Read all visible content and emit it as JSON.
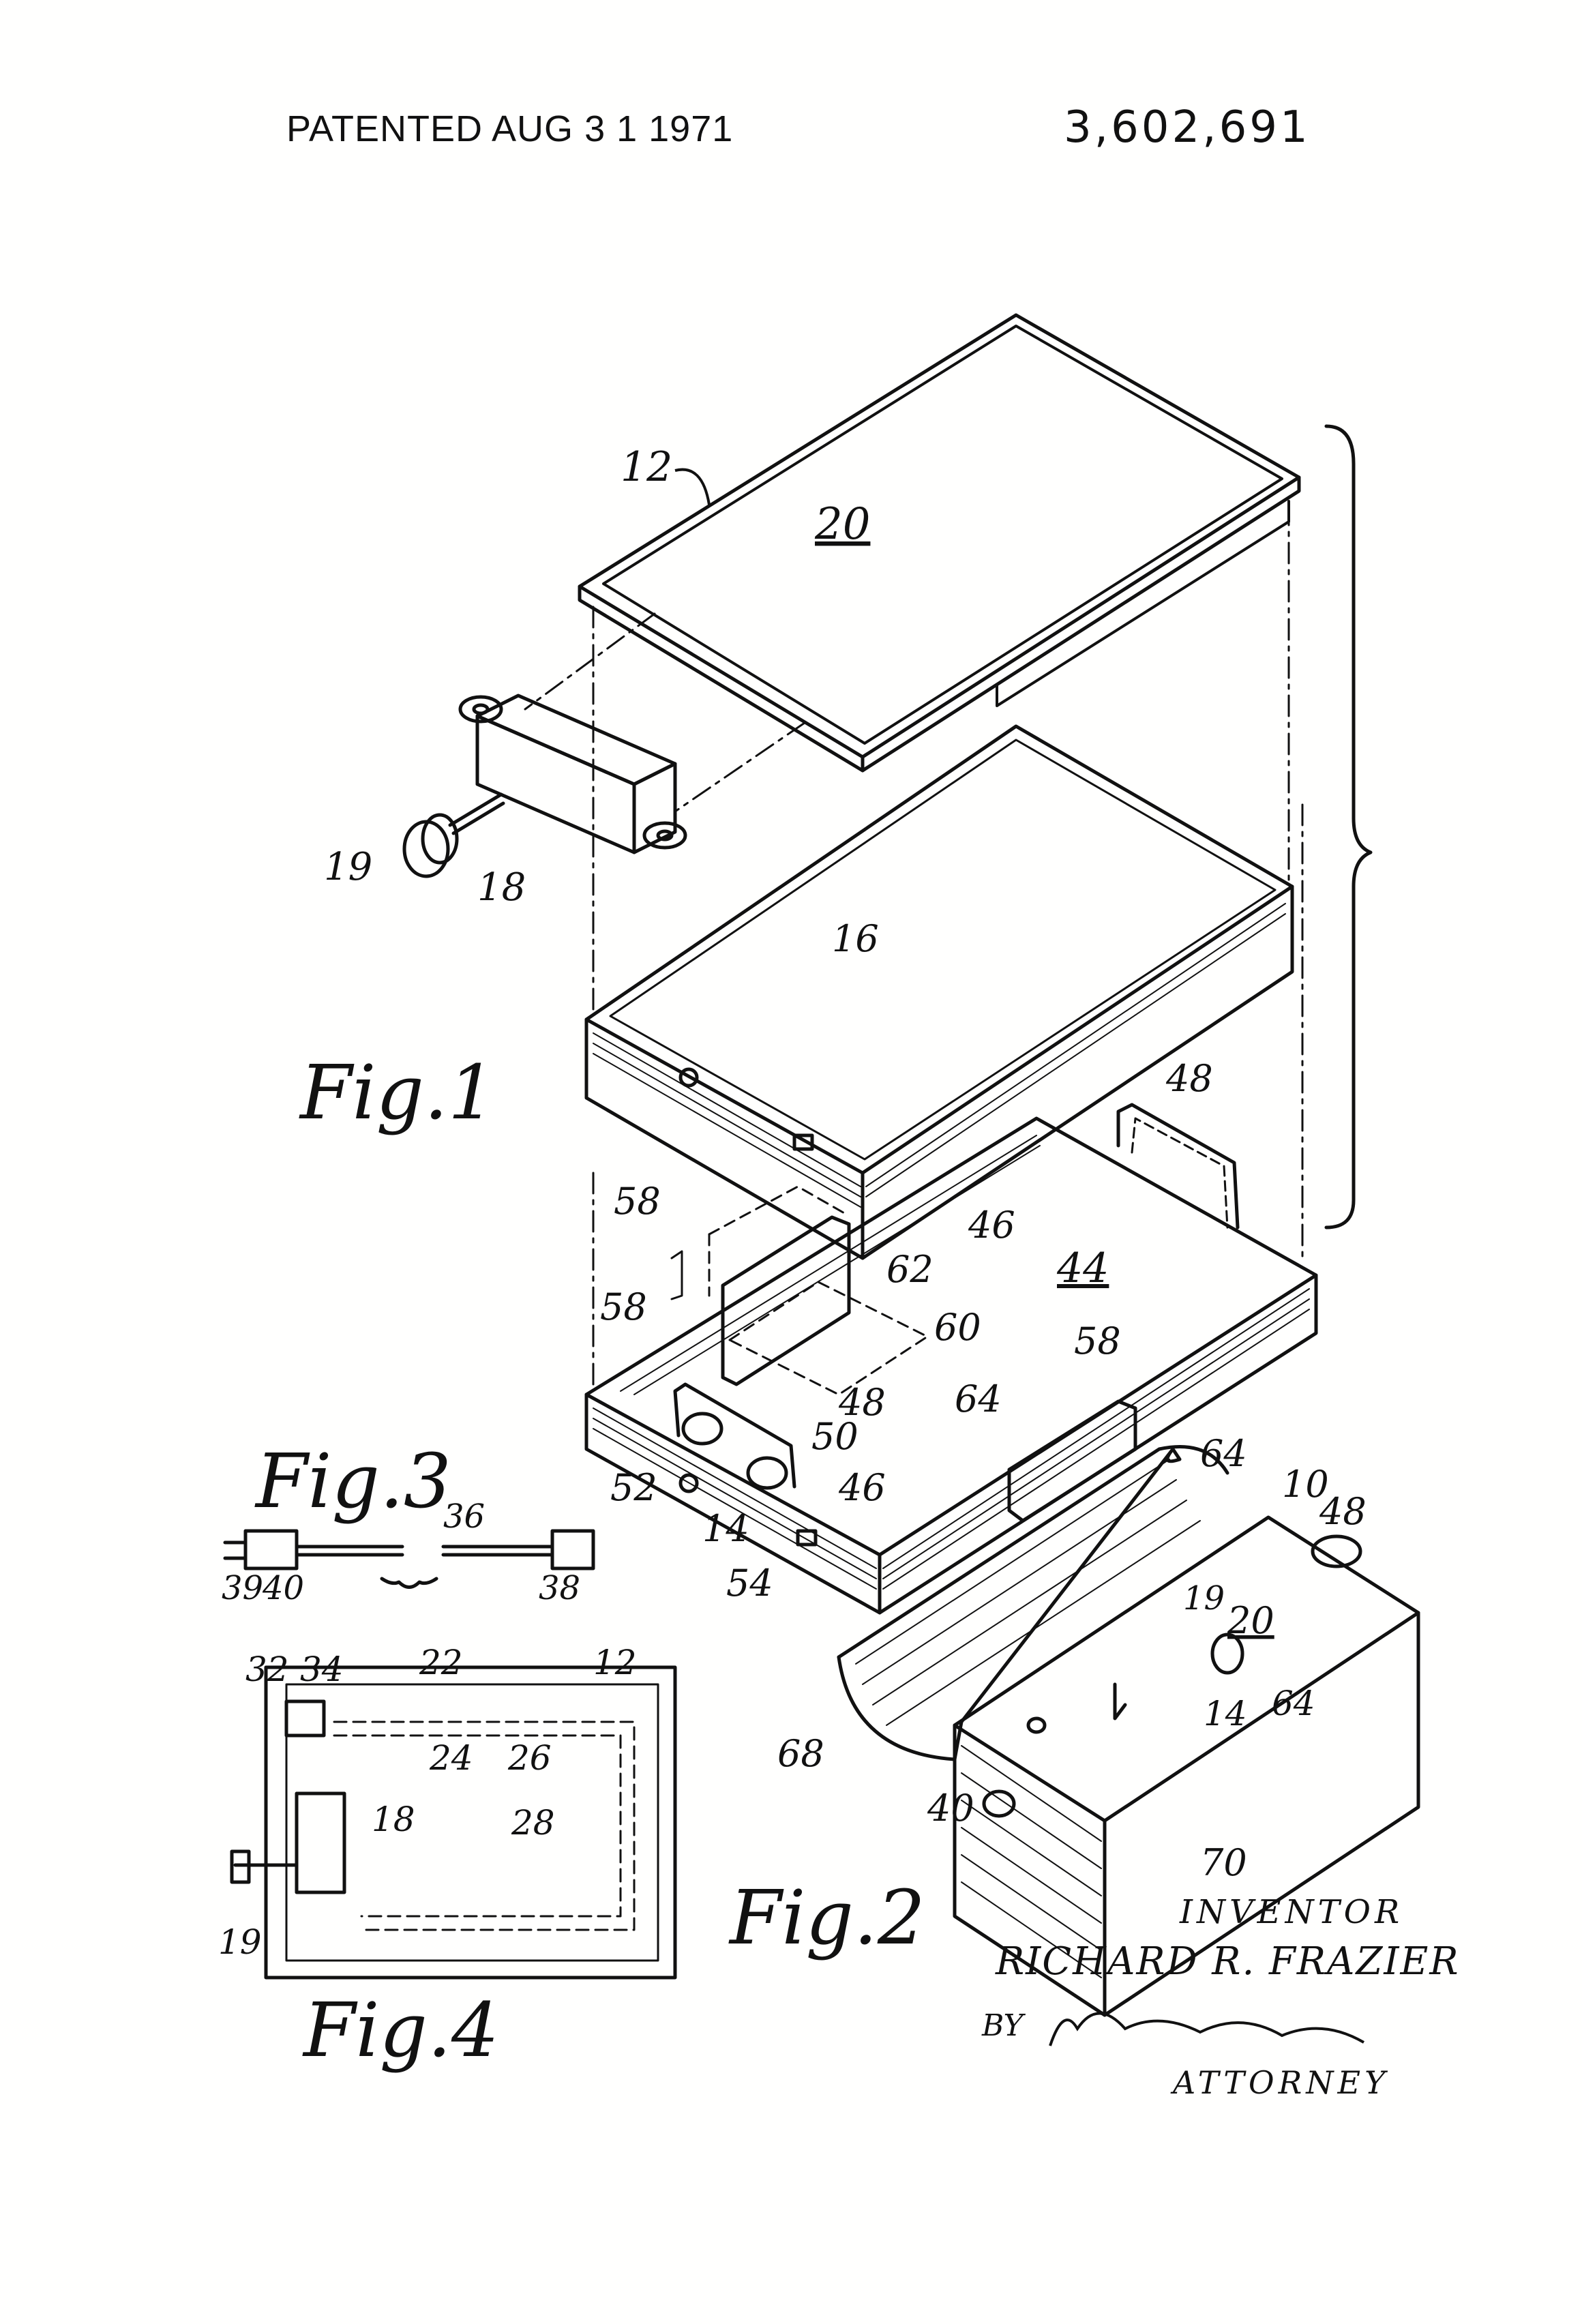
{
  "header": {
    "patented": "PATENTED AUG 3 1 1971",
    "patent_number": "3,602,691"
  },
  "figures": {
    "fig1": "Fig.1",
    "fig2": "Fig.2",
    "fig3": "Fig.3",
    "fig4": "Fig.4"
  },
  "refs": {
    "r12": "12",
    "r20": "20",
    "r19": "19",
    "r18": "18",
    "r16": "16",
    "r48a": "48",
    "r58a": "58",
    "r46a": "46",
    "r44": "44",
    "r58b": "58",
    "r62": "62",
    "r60": "60",
    "r58c": "58",
    "r48b": "48",
    "r64a": "64",
    "r50": "50",
    "r52": "52",
    "r46b": "46",
    "r14a": "14",
    "r54": "54",
    "r64b": "64",
    "r10": "10",
    "r48c": "48",
    "r19b": "19",
    "r20b": "20",
    "r14b": "14",
    "r64c": "64",
    "r68": "68",
    "r40b": "40",
    "r70": "70",
    "r36": "36",
    "r39": "39",
    "r40a": "40",
    "r38": "38",
    "r32": "32",
    "r34": "34",
    "r22": "22",
    "r12b": "12",
    "r24": "24",
    "r26": "26",
    "r18b": "18",
    "r28": "28",
    "r19c": "19"
  },
  "signature": {
    "inventor_title": "INVENTOR",
    "inventor_name": "RICHARD R. FRAZIER",
    "by": "BY",
    "attorney": "ATTORNEY"
  }
}
